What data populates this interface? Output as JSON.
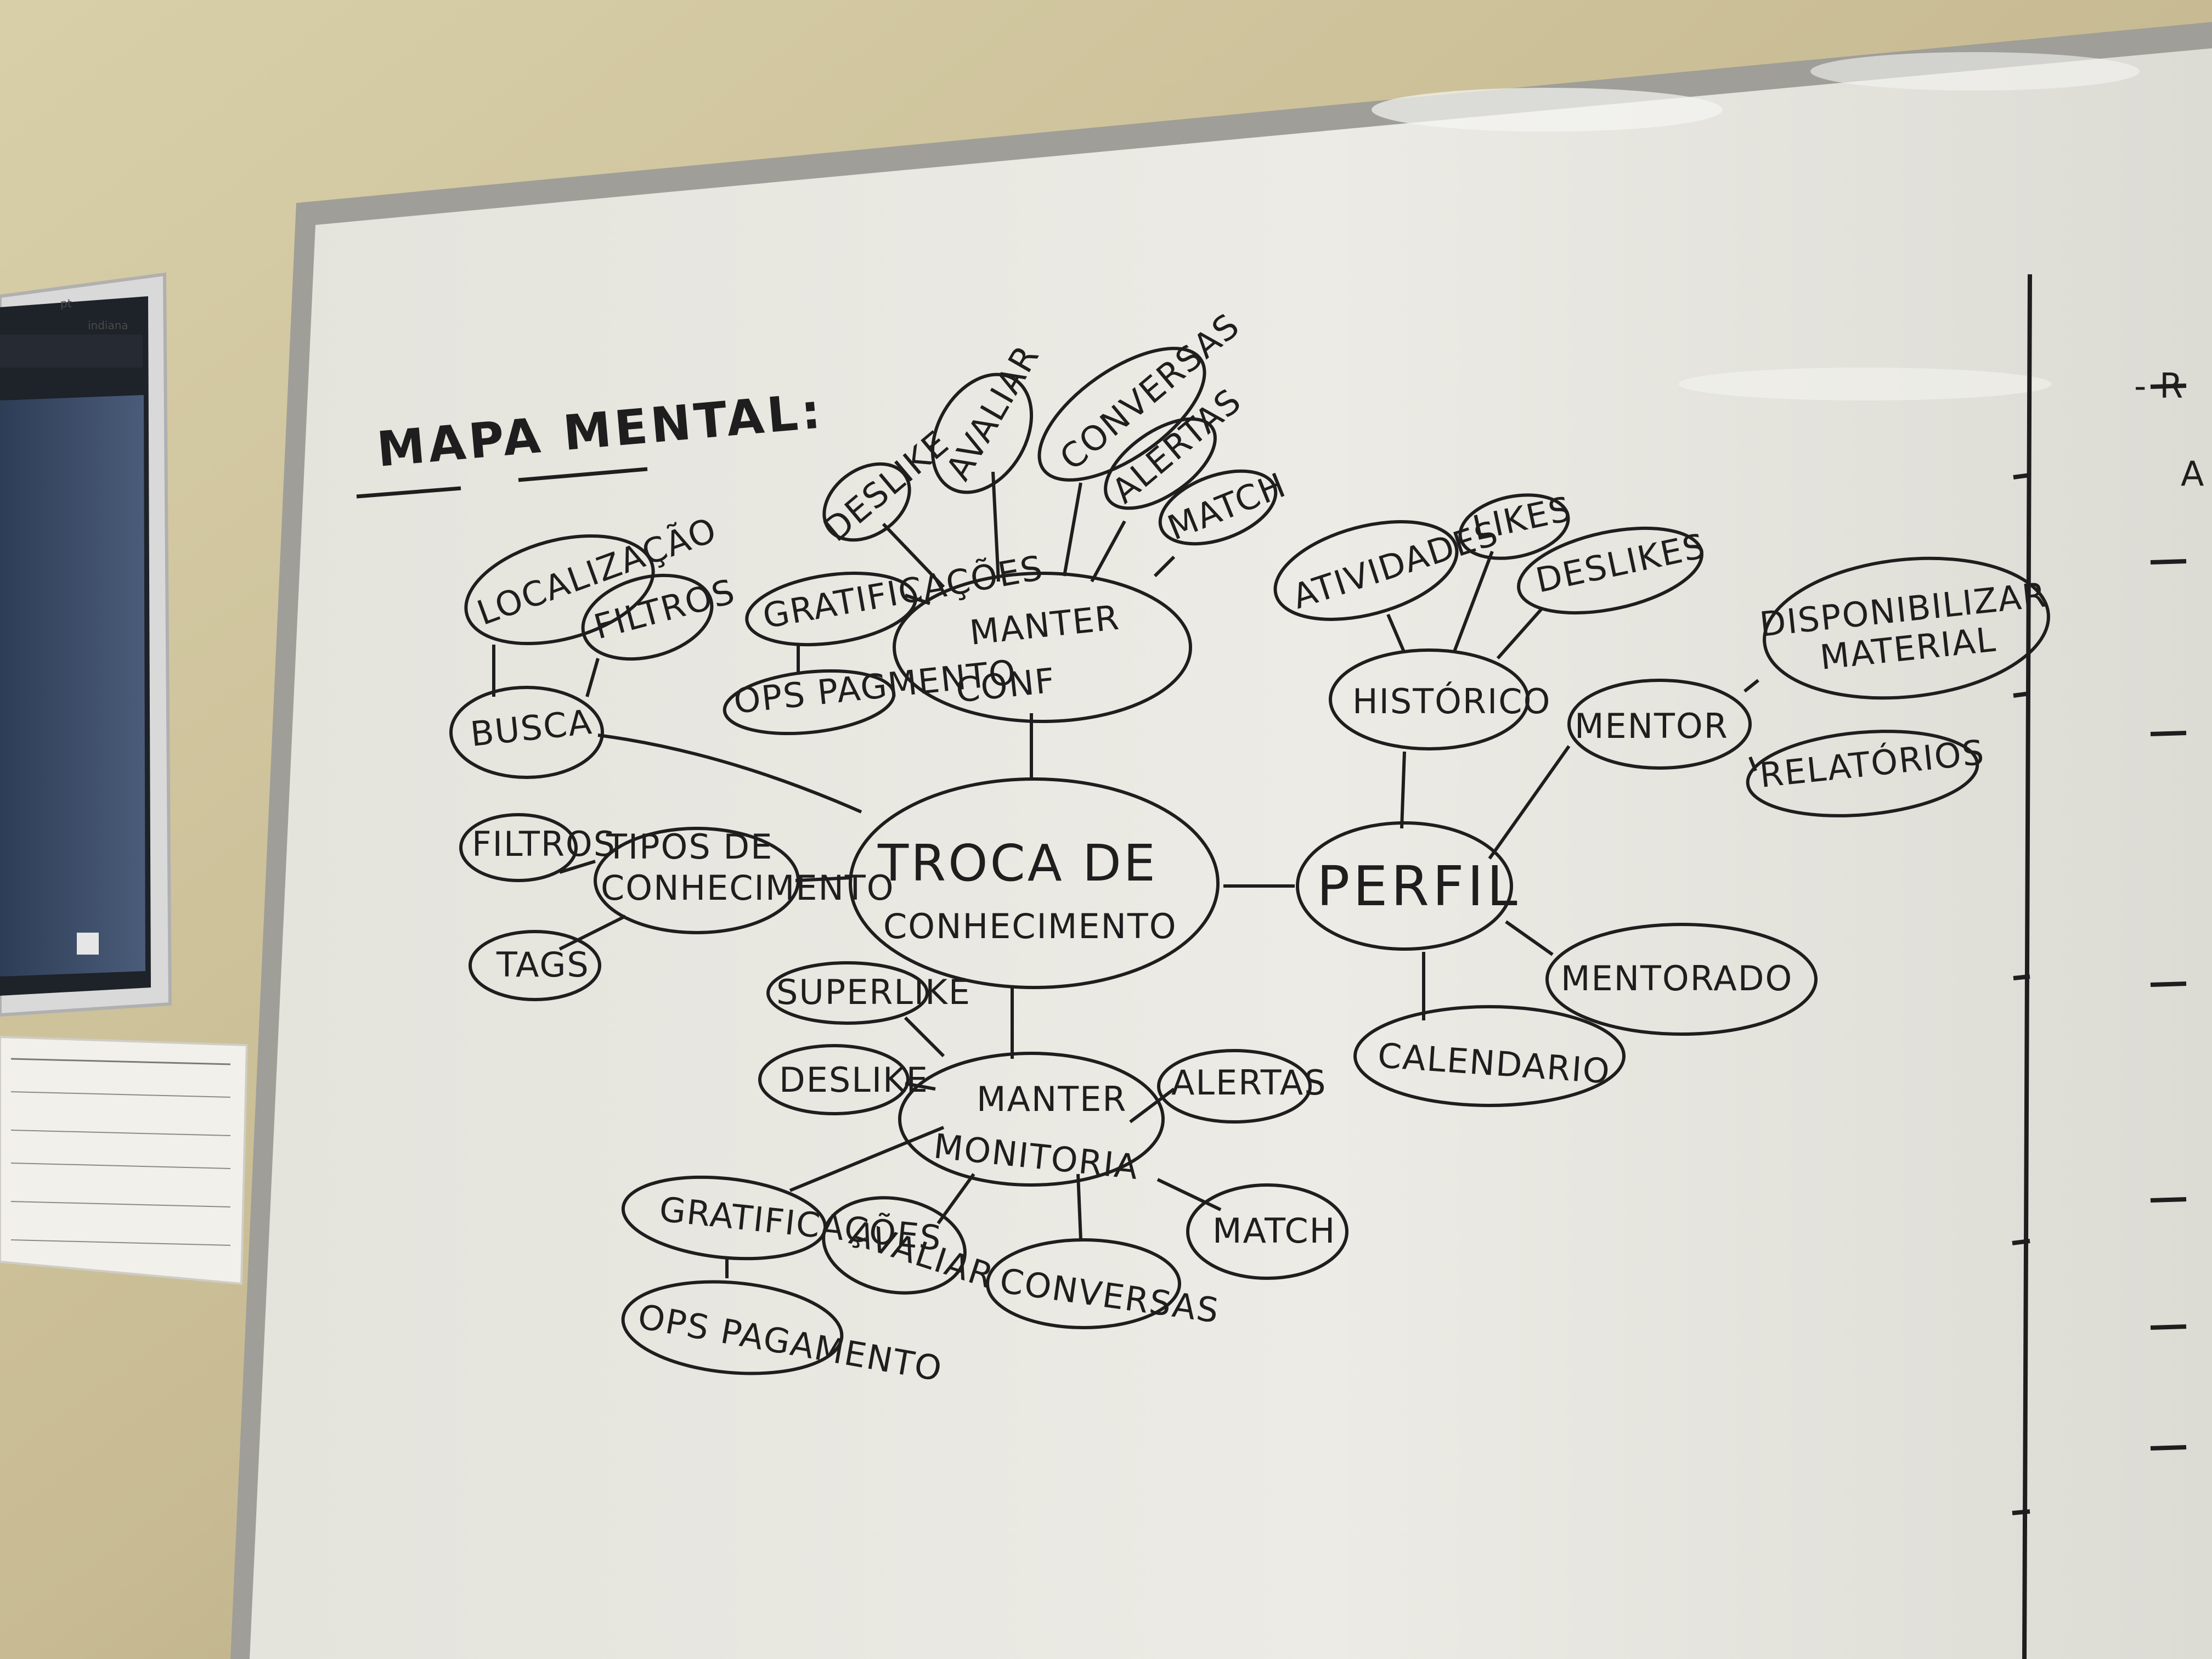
{
  "whiteboard": {
    "title": "MAPA MENTAL:",
    "center": {
      "line1": "TROCA DE",
      "line2": "CONHECIMENTO"
    },
    "branches": {
      "manter_conf": {
        "label_l1": "MANTER",
        "label_l2": "CONF",
        "items": [
          "DESLIKE",
          "AVALIAR",
          "CONVERSAS",
          "ALERTAS",
          "MATCH",
          "GRATIFICAÇÕES",
          "OPS PAGMENTO"
        ]
      },
      "busca": {
        "label": "BUSCA",
        "items": [
          "LOCALIZAÇÃO",
          "FILTROS"
        ]
      },
      "tipos": {
        "label_l1": "TIPOS DE",
        "label_l2": "CONHECIMENTO",
        "items": [
          "FILTROS",
          "TAGS"
        ]
      },
      "manter_monitoria": {
        "label_l1": "MANTER",
        "label_l2": "MONITORIA",
        "items": [
          "SUPERLIKE",
          "DESLIKE",
          "ALERTAS",
          "MATCH",
          "CONVERSAS",
          "AVALIAR",
          "GRATIFICAÇÕES",
          "OPS PAGAMENTO"
        ]
      },
      "perfil": {
        "label": "PERFIL",
        "historico": "HISTÓRICO",
        "historico_items": [
          "ATIVIDADES",
          "LIKES",
          "DESLIKES"
        ],
        "mentor": "MENTOR",
        "mentor_items": [
          "DISPONIBILIZAR",
          "MATERIAL",
          "RELATÓRIOS"
        ],
        "mentorado": "MENTORADO",
        "calendario": "CALENDARIO"
      }
    },
    "right_margin": {
      "line1": "- R",
      "line2": "A"
    }
  },
  "monitor": {
    "status_top": "pt",
    "status_user": "indiana"
  },
  "colors": {
    "wall": "#c9bd97",
    "board": "#e9e8e2",
    "frame": "#a9a9a5",
    "marker": "#1e1e1e",
    "monitor_bezel": "#d5d5d5",
    "monitor_screen": "#3a4a63"
  }
}
